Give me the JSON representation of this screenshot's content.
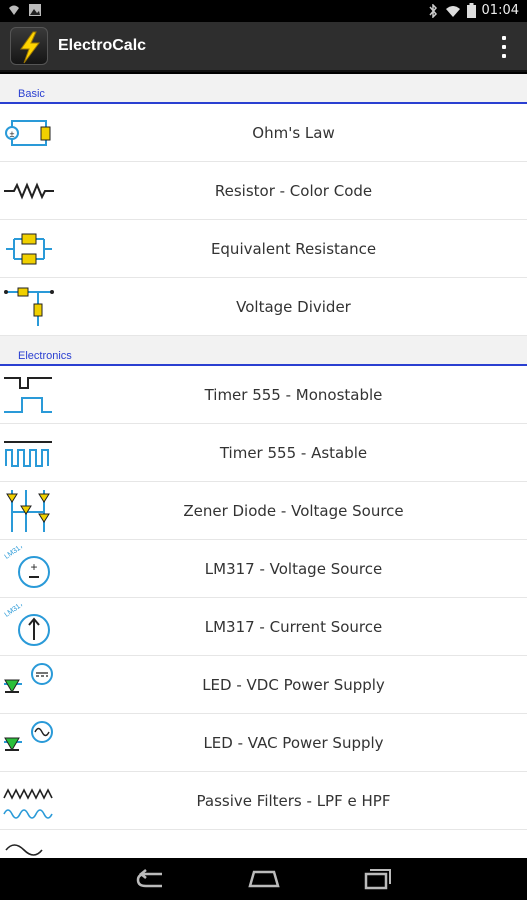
{
  "status": {
    "time": "01:04"
  },
  "app": {
    "title": "ElectroCalc"
  },
  "sections": [
    {
      "header": "Basic",
      "items": [
        {
          "label": "Ohm's Law",
          "icon": "ohms-law-icon"
        },
        {
          "label": "Resistor - Color Code",
          "icon": "resistor-icon"
        },
        {
          "label": "Equivalent Resistance",
          "icon": "equivalent-resistance-icon"
        },
        {
          "label": "Voltage Divider",
          "icon": "voltage-divider-icon"
        }
      ]
    },
    {
      "header": "Electronics",
      "items": [
        {
          "label": "Timer 555 - Monostable",
          "icon": "monostable-pulse-icon"
        },
        {
          "label": "Timer 555 - Astable",
          "icon": "astable-square-wave-icon"
        },
        {
          "label": "Zener Diode - Voltage Source",
          "icon": "zener-diode-icon"
        },
        {
          "label": "LM317 - Voltage Source",
          "icon": "lm317-voltage-icon"
        },
        {
          "label": "LM317 - Current Source",
          "icon": "lm317-current-icon"
        },
        {
          "label": "LED - VDC Power Supply",
          "icon": "led-vdc-icon"
        },
        {
          "label": "LED - VAC Power Supply",
          "icon": "led-vac-icon"
        },
        {
          "label": "Passive Filters - LPF e HPF",
          "icon": "passive-filter-icon"
        }
      ]
    }
  ],
  "icon_labels": {
    "lm317": "LM317"
  },
  "colors": {
    "accent": "#2a3fd1",
    "icon_blue": "#2a9ad8",
    "led_green": "#2bbf3a",
    "diode_yellow": "#f0d000"
  }
}
